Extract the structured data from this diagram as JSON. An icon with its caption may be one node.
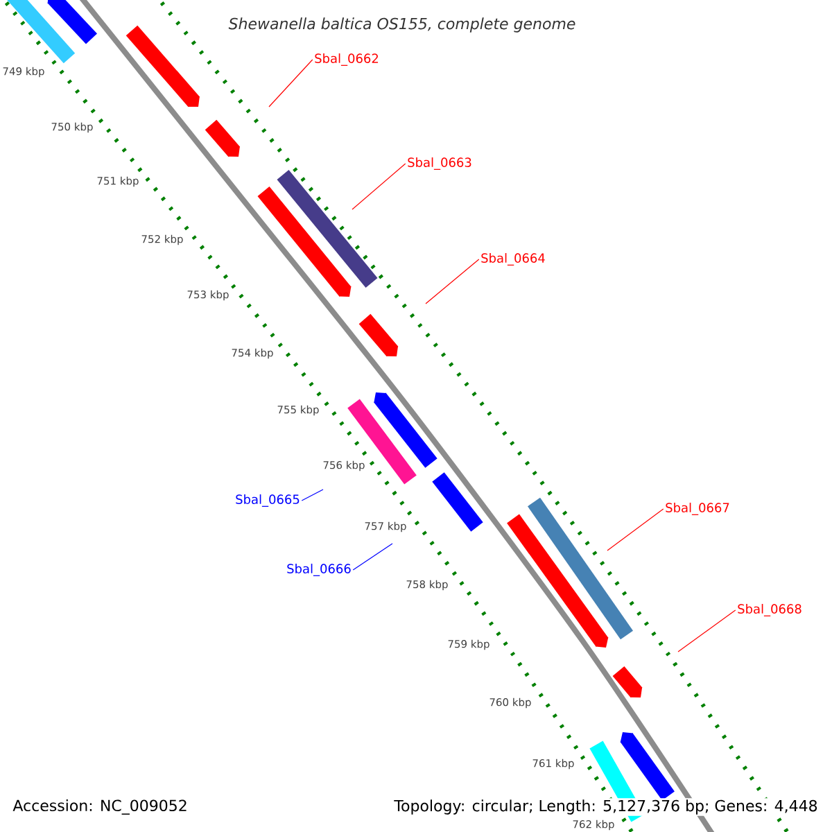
{
  "diagram": {
    "title": "Shewanella baltica OS155, complete genome",
    "nodes": [
      {
        "text": [
          "Sbal_0662"
        ]
      },
      {
        "text": [
          "Sbal_0663"
        ]
      },
      {
        "text": [
          "Sbal_0664"
        ]
      },
      {
        "text": [
          "Sbal_0665"
        ]
      },
      {
        "text": [
          "Sbal_0666"
        ]
      },
      {
        "text": [
          "Sbal_0667"
        ]
      },
      {
        "text": [
          "Sbal_0668"
        ]
      }
    ],
    "edges": [
      {
        "from": 0,
        "to": null,
        "arrow": "none"
      },
      {
        "from": 1,
        "to": null,
        "arrow": "none"
      },
      {
        "from": 2,
        "to": null,
        "arrow": "none"
      },
      {
        "from": 3,
        "to": null,
        "arrow": "none",
        "color": "#0000ff"
      },
      {
        "from": 4,
        "to": null,
        "arrow": "none",
        "color": "#0000ff"
      },
      {
        "from": 5,
        "to": null,
        "arrow": "none"
      },
      {
        "from": 6,
        "to": null,
        "arrow": "none"
      }
    ],
    "labels": [
      "749 kbp",
      "750 kbp",
      "751 kbp",
      "752 kbp",
      "753 kbp",
      "754 kbp",
      "755 kbp",
      "756 kbp",
      "757 kbp",
      "758 kbp",
      "759 kbp",
      "760 kbp",
      "761 kbp",
      "762 kbp",
      "Accession: NC_009052",
      "Topology: circular; Length: 5,127,376 bp; Genes: 4,448"
    ]
  }
}
